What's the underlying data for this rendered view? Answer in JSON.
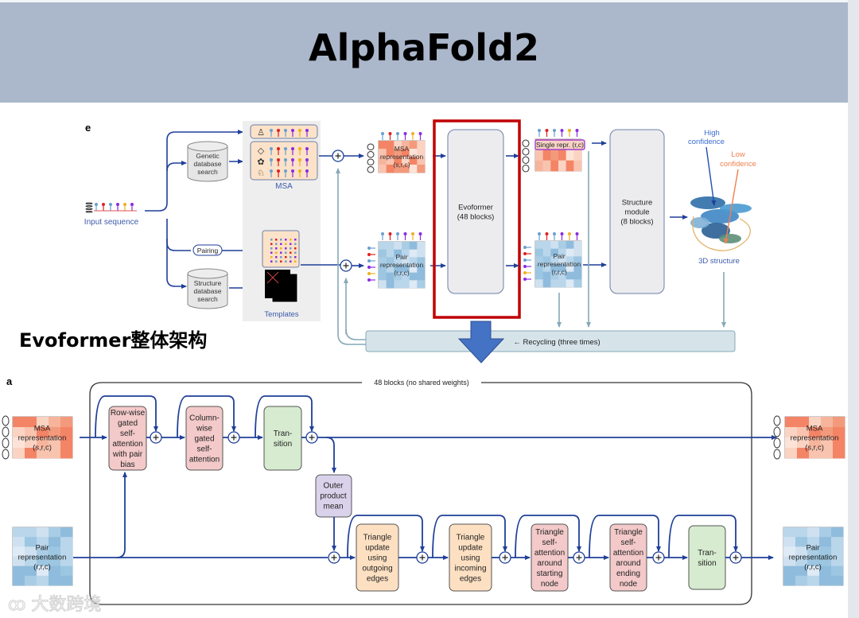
{
  "slide": {
    "title": "AlphaFold2",
    "subtitle": "Evoformer整体架构",
    "watermark": "大数跨境"
  },
  "panel_e": {
    "label": "e",
    "input_sequence": "Input sequence",
    "genetic_db": [
      "Genetic",
      "database",
      "search"
    ],
    "structure_db": [
      "Structure",
      "database",
      "search"
    ],
    "pairing": "Pairing",
    "msa_label": "MSA",
    "templates_label": "Templates",
    "msa_repr": [
      "MSA",
      "representation",
      "(s,r,c)"
    ],
    "pair_repr": [
      "Pair",
      "representation",
      "(r,r,c)"
    ],
    "evoformer": [
      "Evoformer",
      "(48 blocks)"
    ],
    "single_repr": "Single repr. (r,c)",
    "structure_module": [
      "Structure",
      "module",
      "(8 blocks)"
    ],
    "high_confidence": [
      "High",
      "confidence"
    ],
    "low_confidence": [
      "Low",
      "confidence"
    ],
    "structure_3d": "3D structure",
    "recycling": "← Recycling (three times)",
    "colors": {
      "highlight": "#c00000",
      "arrow": "#1f3f99",
      "recycle": "#86a9b8",
      "big_arrow": "#4472c4"
    }
  },
  "panel_a": {
    "label": "a",
    "blocks_caption": "48 blocks (no shared weights)",
    "msa_in": [
      "MSA",
      "representation",
      "(s,r,c)"
    ],
    "pair_in": [
      "Pair",
      "representation",
      "(r,r,c)"
    ],
    "msa_out": [
      "MSA",
      "representation",
      "(s,r,c)"
    ],
    "pair_out": [
      "Pair",
      "representation",
      "(r,r,c)"
    ],
    "msa_track": [
      {
        "lines": [
          "Row-wise",
          "gated",
          "self-",
          "attention",
          "with pair",
          "bias"
        ],
        "kind": "attention"
      },
      {
        "lines": [
          "Column-",
          "wise",
          "gated",
          "self-",
          "attention"
        ],
        "kind": "attention"
      },
      {
        "lines": [
          "Tran-",
          "sition"
        ],
        "kind": "transition"
      }
    ],
    "outer_product": [
      "Outer",
      "product",
      "mean"
    ],
    "pair_track": [
      {
        "lines": [
          "Triangle",
          "update",
          "using",
          "outgoing",
          "edges"
        ],
        "kind": "update"
      },
      {
        "lines": [
          "Triangle",
          "update",
          "using",
          "incoming",
          "edges"
        ],
        "kind": "update"
      },
      {
        "lines": [
          "Triangle",
          "self-",
          "attention",
          "around",
          "starting",
          "node"
        ],
        "kind": "attention"
      },
      {
        "lines": [
          "Triangle",
          "self-",
          "attention",
          "around",
          "ending",
          "node"
        ],
        "kind": "attention"
      },
      {
        "lines": [
          "Tran-",
          "sition"
        ],
        "kind": "transition"
      }
    ],
    "colors": {
      "attention": "#f3c9c9",
      "transition": "#d6ebcf",
      "update": "#fde0c2",
      "outer": "#d9d2ea",
      "line": "#1f3f99"
    }
  }
}
